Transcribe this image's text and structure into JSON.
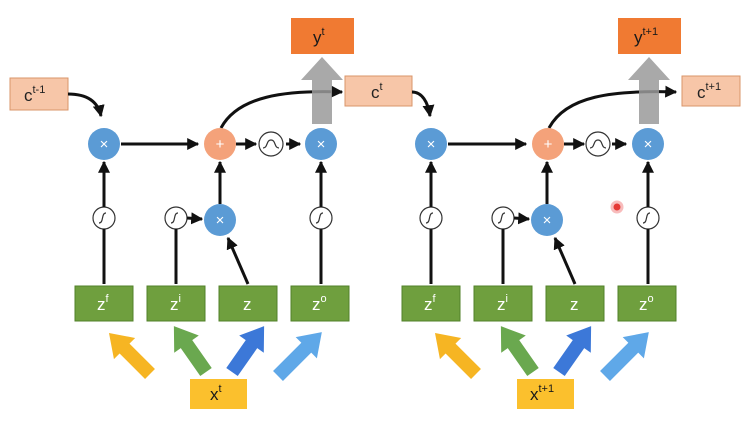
{
  "colors": {
    "cell": "#f7c6a8",
    "cell_border": "#d9956a",
    "output": "#f07a32",
    "gate": "#6f9f3e",
    "gate_border": "#52802a",
    "multiply": "#5b9bd5",
    "add": "#f4a27a",
    "input": "#fbc02d",
    "arrow_up": "#9a9a9a",
    "arrow_gold": "#f6b523",
    "arrow_green": "#6aa84f",
    "arrow_blue": "#3c78d8",
    "arrow_light": "#5fa8e8"
  },
  "labels": {
    "c_prev": {
      "base": "c",
      "sup": "t-1"
    },
    "c_mid": {
      "base": "c",
      "sup": "t"
    },
    "c_next": {
      "base": "c",
      "sup": "t+1"
    },
    "y_a": {
      "base": "y",
      "sup": "t"
    },
    "y_b": {
      "base": "y",
      "sup": "t+1"
    },
    "x_a": {
      "base": "x",
      "sup": "t"
    },
    "x_b": {
      "base": "x",
      "sup": "t+1"
    }
  },
  "gates": [
    {
      "base": "z",
      "sup": "f"
    },
    {
      "base": "z",
      "sup": "i"
    },
    {
      "base": "z",
      "sup": ""
    },
    {
      "base": "z",
      "sup": "o"
    }
  ],
  "ops": {
    "multiply": "×",
    "add": "+"
  }
}
